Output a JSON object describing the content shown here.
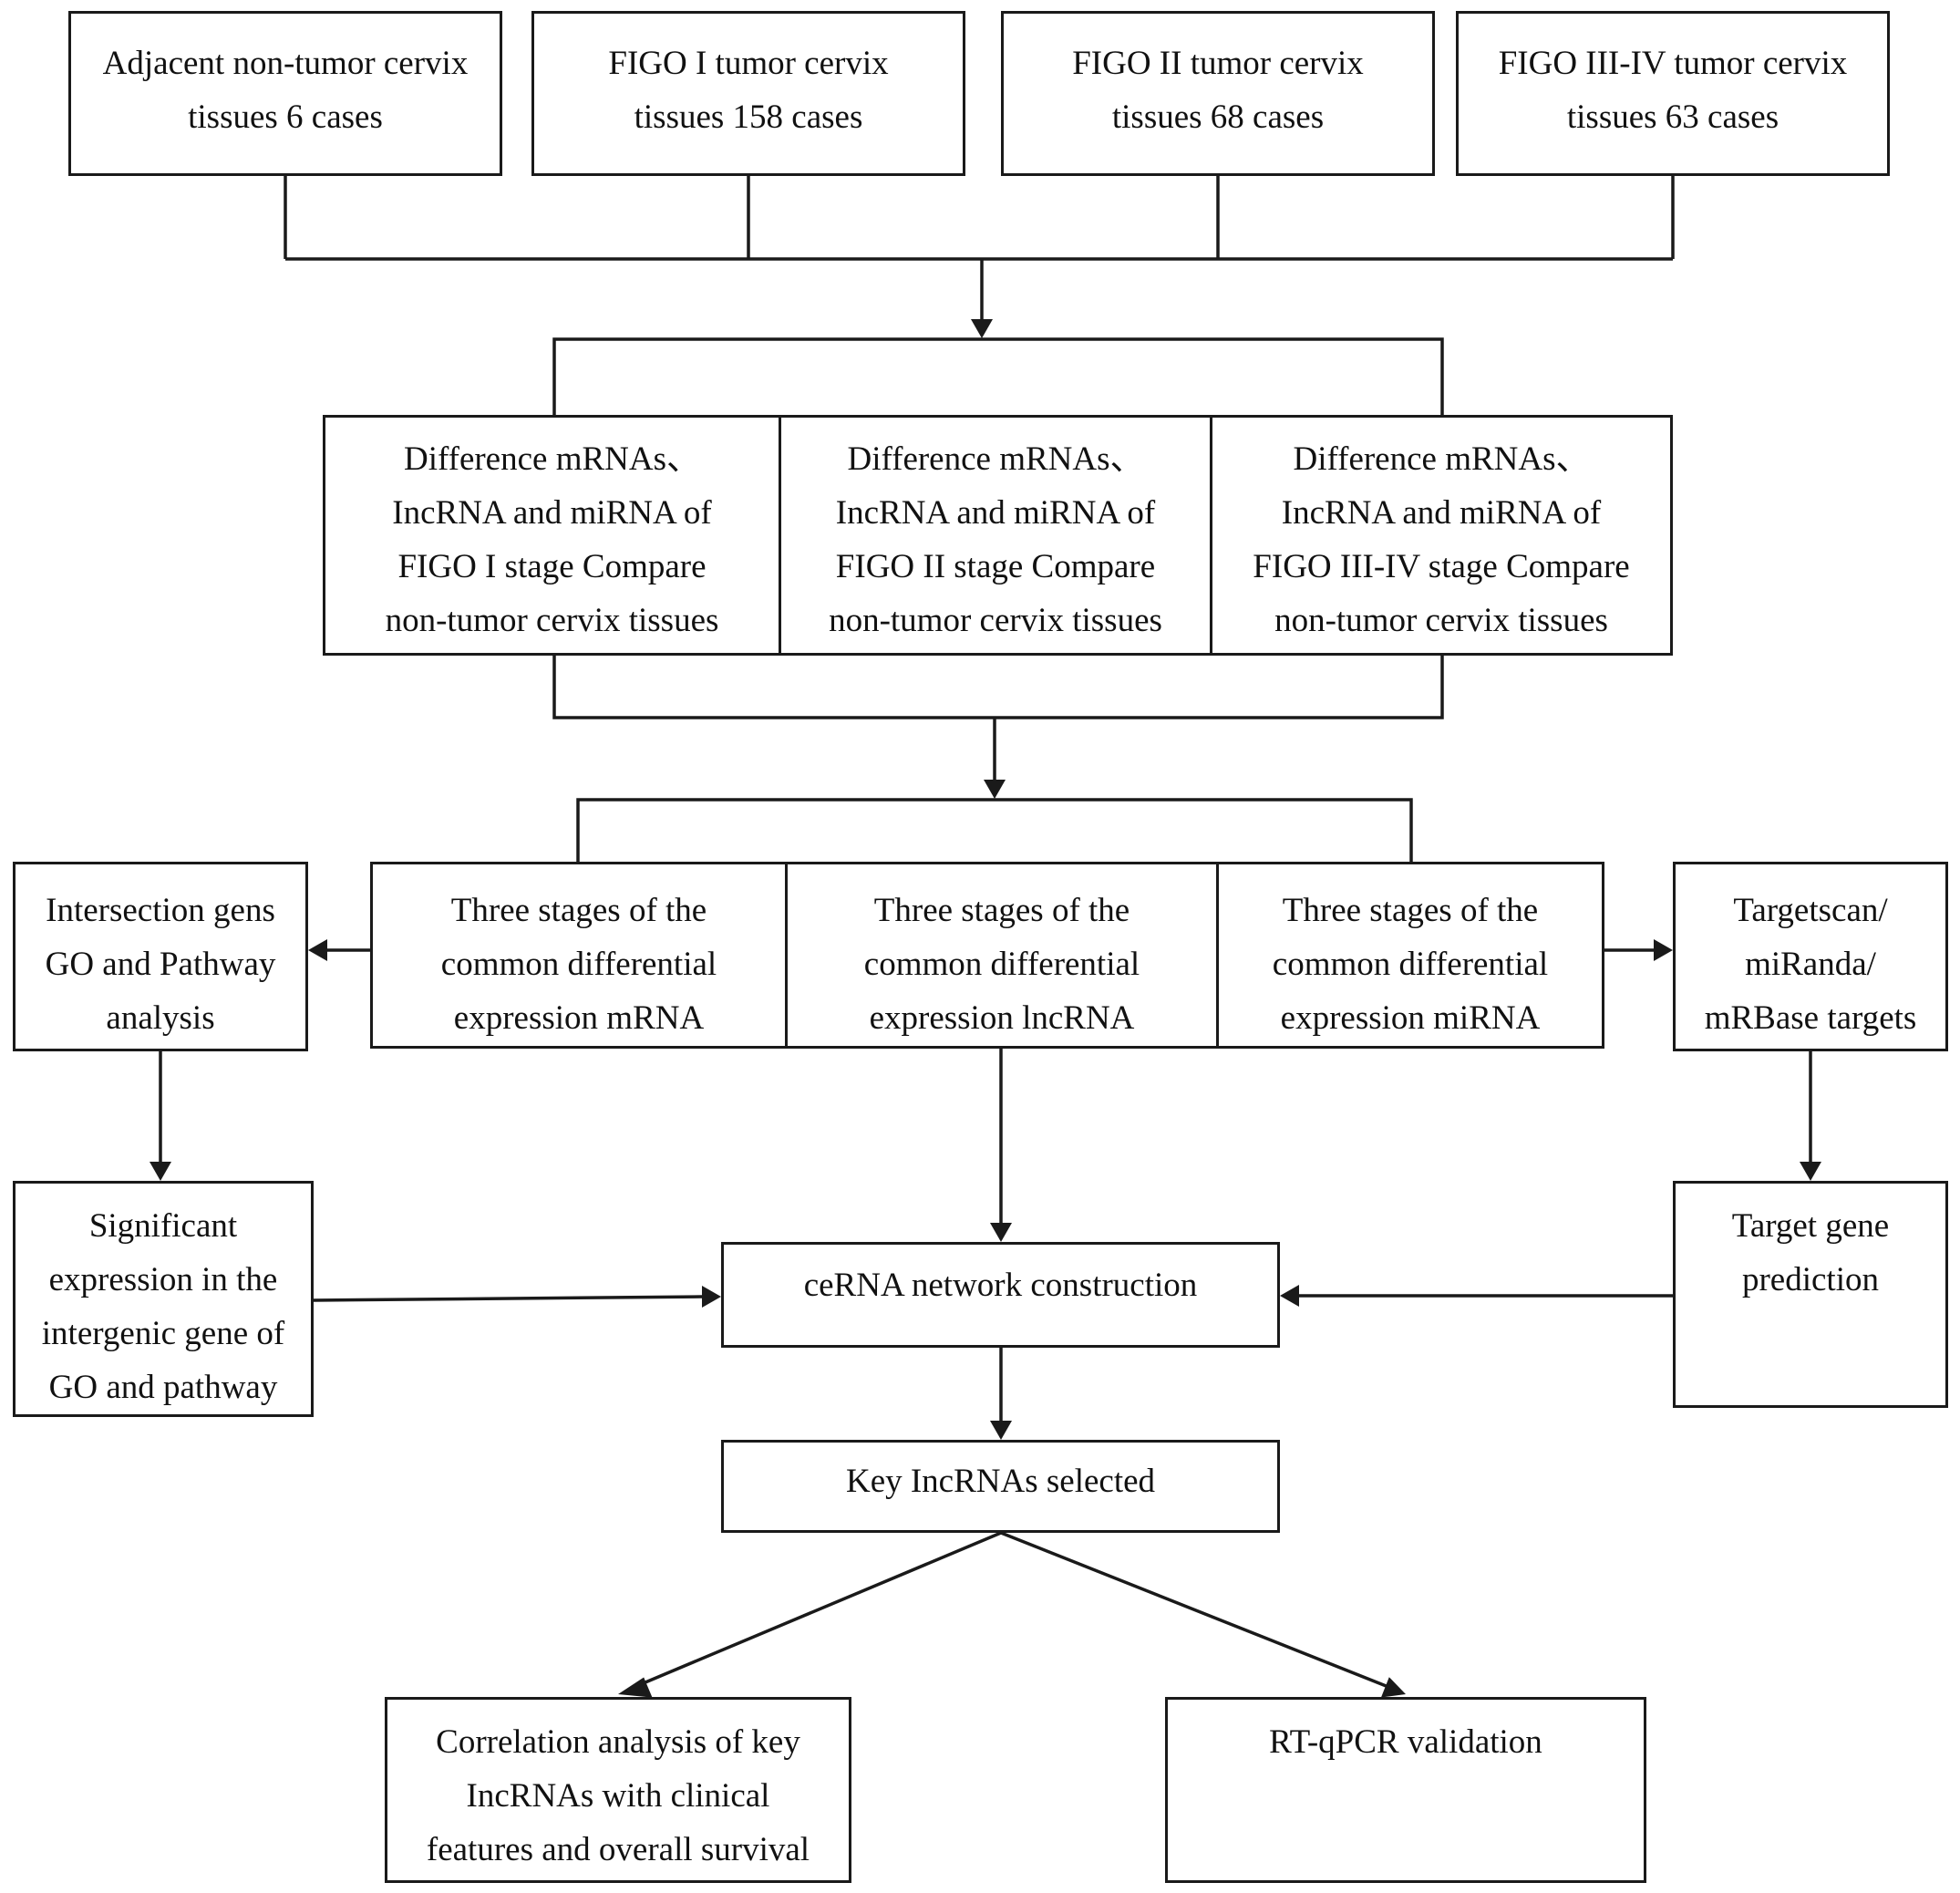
{
  "diagram": {
    "samples": [
      [
        "Adjacent non-tumor cervix",
        "tissues 6 cases"
      ],
      [
        "FIGO I tumor cervix",
        "tissues 158 cases"
      ],
      [
        "FIGO II tumor cervix",
        "tissues 68 cases"
      ],
      [
        "FIGO III-IV tumor cervix",
        "tissues 63 cases"
      ]
    ],
    "comparisons": [
      [
        "Difference mRNAs、",
        "IncRNA and miRNA of",
        "FIGO I stage Compare",
        "non-tumor cervix tissues"
      ],
      [
        "Difference mRNAs、",
        "IncRNA and miRNA of",
        "FIGO II stage Compare",
        "non-tumor cervix tissues"
      ],
      [
        "Difference mRNAs、",
        "IncRNA and miRNA of",
        "FIGO III-IV stage Compare",
        "non-tumor cervix tissues"
      ]
    ],
    "common": [
      [
        "Three stages of the",
        "common differential",
        "expression mRNA"
      ],
      [
        "Three stages of the",
        "common differential",
        "expression lncRNA"
      ],
      [
        "Three stages of the",
        "common differential",
        "expression miRNA"
      ]
    ],
    "intersection": [
      "Intersection gens",
      "GO and Pathway",
      "analysis"
    ],
    "targetscan": [
      "Targetscan/",
      "miRanda/",
      "mRBase targets"
    ],
    "significant": [
      "Significant",
      "expression in the",
      "intergenic gene of",
      "GO and pathway"
    ],
    "target_gene": [
      "Target gene",
      "prediction"
    ],
    "cerna": [
      "ceRNA network construction"
    ],
    "key_lncrnas": [
      "Key IncRNAs selected"
    ],
    "correlation": [
      "Correlation analysis of key",
      "IncRNAs with clinical",
      "features and overall survival"
    ],
    "rtqpcr": [
      "RT-qPCR validation"
    ]
  }
}
